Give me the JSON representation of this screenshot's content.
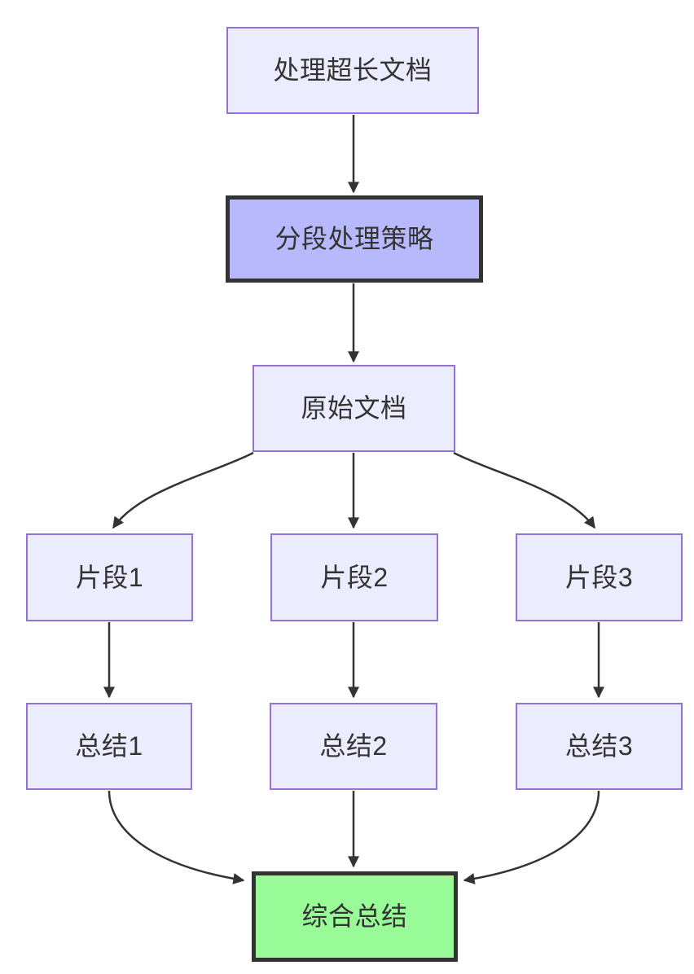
{
  "diagram": {
    "type": "flowchart",
    "direction": "top-down",
    "nodes": [
      {
        "id": "task",
        "label": "处理超长文档",
        "fill": "#ECECFF",
        "stroke": "#9370DB",
        "stroke_width": 2
      },
      {
        "id": "strategy",
        "label": "分段处理策略",
        "fill": "#B8B8FC",
        "stroke": "#333333",
        "stroke_width": 5
      },
      {
        "id": "source-doc",
        "label": "原始文档",
        "fill": "#ECECFF",
        "stroke": "#9370DB",
        "stroke_width": 2
      },
      {
        "id": "chunk-1",
        "label": "片段1",
        "fill": "#ECECFF",
        "stroke": "#9370DB",
        "stroke_width": 2
      },
      {
        "id": "chunk-2",
        "label": "片段2",
        "fill": "#ECECFF",
        "stroke": "#9370DB",
        "stroke_width": 2
      },
      {
        "id": "chunk-3",
        "label": "片段3",
        "fill": "#ECECFF",
        "stroke": "#9370DB",
        "stroke_width": 2
      },
      {
        "id": "summary-1",
        "label": "总结1",
        "fill": "#ECECFF",
        "stroke": "#9370DB",
        "stroke_width": 2
      },
      {
        "id": "summary-2",
        "label": "总结2",
        "fill": "#ECECFF",
        "stroke": "#9370DB",
        "stroke_width": 2
      },
      {
        "id": "summary-3",
        "label": "总结3",
        "fill": "#ECECFF",
        "stroke": "#9370DB",
        "stroke_width": 2
      },
      {
        "id": "final-summary",
        "label": "综合总结",
        "fill": "#98FB98",
        "stroke": "#333333",
        "stroke_width": 5
      }
    ],
    "edges": [
      {
        "from": "task",
        "to": "strategy"
      },
      {
        "from": "strategy",
        "to": "source-doc"
      },
      {
        "from": "source-doc",
        "to": "chunk-1"
      },
      {
        "from": "source-doc",
        "to": "chunk-2"
      },
      {
        "from": "source-doc",
        "to": "chunk-3"
      },
      {
        "from": "chunk-1",
        "to": "summary-1"
      },
      {
        "from": "chunk-2",
        "to": "summary-2"
      },
      {
        "from": "chunk-3",
        "to": "summary-3"
      },
      {
        "from": "summary-1",
        "to": "final-summary"
      },
      {
        "from": "summary-2",
        "to": "final-summary"
      },
      {
        "from": "summary-3",
        "to": "final-summary"
      }
    ],
    "colors": {
      "edge": "#333333",
      "text": "#333333",
      "background": "#FFFFFF"
    }
  }
}
